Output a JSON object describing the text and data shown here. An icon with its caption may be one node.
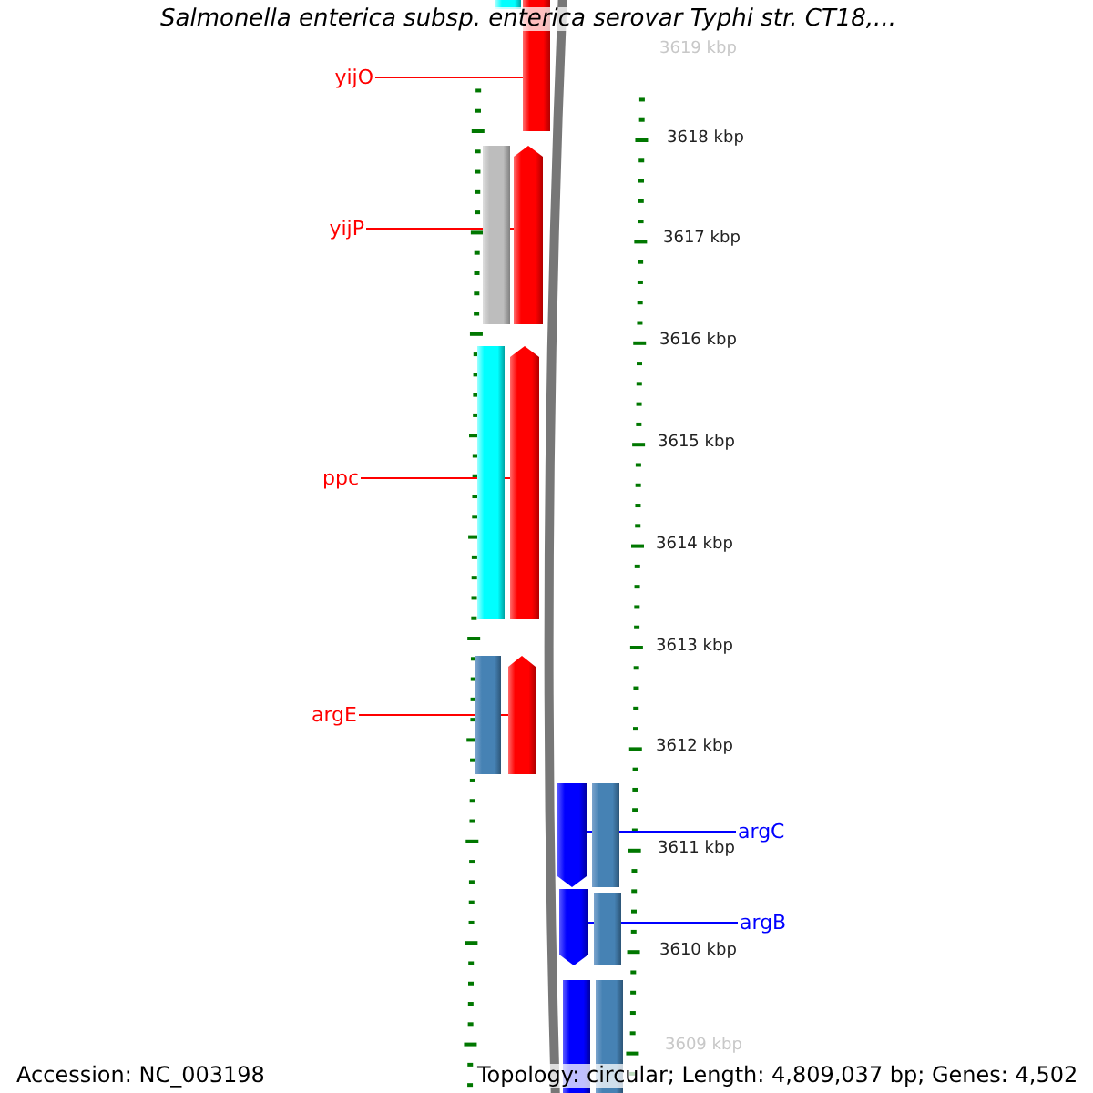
{
  "diagram": {
    "title": "Salmonella enterica subsp. enterica serovar Typhi str. CT18,...",
    "nodes": [
      {
        "text": [
          "yijO"
        ]
      },
      {
        "text": [
          "yijP"
        ]
      },
      {
        "text": [
          "ppc"
        ]
      },
      {
        "text": [
          "argE"
        ]
      },
      {
        "text": [
          "argC"
        ]
      },
      {
        "text": [
          "argB"
        ]
      },
      {
        "text": [],
        "shape": "bar"
      },
      {
        "text": [],
        "shape": "bar"
      },
      {
        "text": [],
        "shape": "bar"
      },
      {
        "text": [],
        "shape": "arrow"
      },
      {
        "text": [],
        "shape": "bar"
      },
      {
        "text": [],
        "shape": "arrow"
      },
      {
        "text": [],
        "shape": "bar"
      },
      {
        "text": [],
        "shape": "arrow"
      },
      {
        "text": [],
        "shape": "arrow"
      },
      {
        "text": [],
        "shape": "bar"
      },
      {
        "text": [],
        "shape": "arrow"
      },
      {
        "text": [],
        "shape": "bar"
      },
      {
        "text": [],
        "shape": "bar"
      },
      {
        "text": [],
        "shape": "bar"
      }
    ],
    "edges": [
      {
        "from": 0,
        "to": 7,
        "arrow": "none"
      },
      {
        "from": 1,
        "to": 9,
        "arrow": "none"
      },
      {
        "from": 2,
        "to": 11,
        "arrow": "none"
      },
      {
        "from": 3,
        "to": 13,
        "arrow": "none"
      },
      {
        "from": 4,
        "to": 14,
        "arrow": "none",
        "color": "#0000ff"
      },
      {
        "from": 5,
        "to": 16,
        "arrow": "none",
        "color": "#0000ff"
      }
    ],
    "labels": [
      "3619 kbp",
      "3618 kbp",
      "3617 kbp",
      "3616 kbp",
      "3615 kbp",
      "3614 kbp",
      "3613 kbp",
      "3612 kbp",
      "3611 kbp",
      "3610 kbp",
      "3609 kbp",
      "Accession: NC_003198",
      "Topology: circular; Length: 4,809,037 bp; Genes: 4,502"
    ]
  }
}
